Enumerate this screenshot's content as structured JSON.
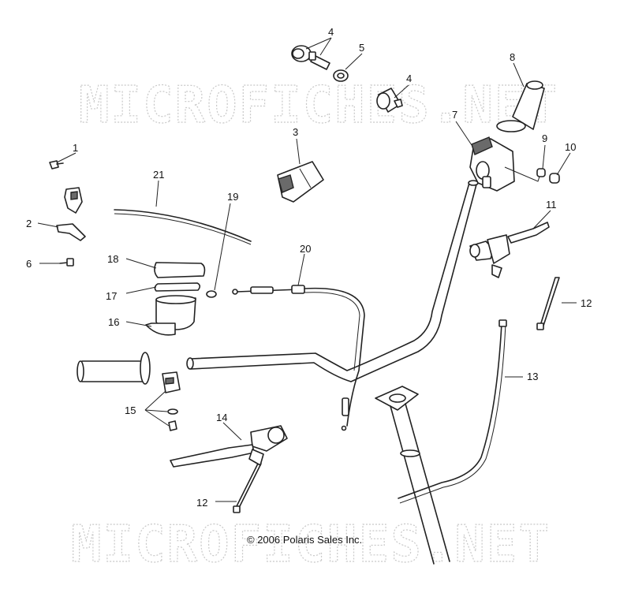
{
  "watermark": "MICROFICHES.NET",
  "copyright": "© 2006 Polaris Sales Inc.",
  "callouts": [
    {
      "id": "1",
      "label": "1"
    },
    {
      "id": "2",
      "label": "2"
    },
    {
      "id": "3",
      "label": "3"
    },
    {
      "id": "4a",
      "label": "4"
    },
    {
      "id": "4b",
      "label": "4"
    },
    {
      "id": "5",
      "label": "5"
    },
    {
      "id": "6",
      "label": "6"
    },
    {
      "id": "7",
      "label": "7"
    },
    {
      "id": "8",
      "label": "8"
    },
    {
      "id": "9",
      "label": "9"
    },
    {
      "id": "10",
      "label": "10"
    },
    {
      "id": "11",
      "label": "11"
    },
    {
      "id": "12a",
      "label": "12"
    },
    {
      "id": "12b",
      "label": "12"
    },
    {
      "id": "13",
      "label": "13"
    },
    {
      "id": "14",
      "label": "14"
    },
    {
      "id": "15",
      "label": "15"
    },
    {
      "id": "16",
      "label": "16"
    },
    {
      "id": "17",
      "label": "17"
    },
    {
      "id": "18",
      "label": "18"
    },
    {
      "id": "19",
      "label": "19"
    },
    {
      "id": "20",
      "label": "20"
    },
    {
      "id": "21",
      "label": "21"
    }
  ]
}
